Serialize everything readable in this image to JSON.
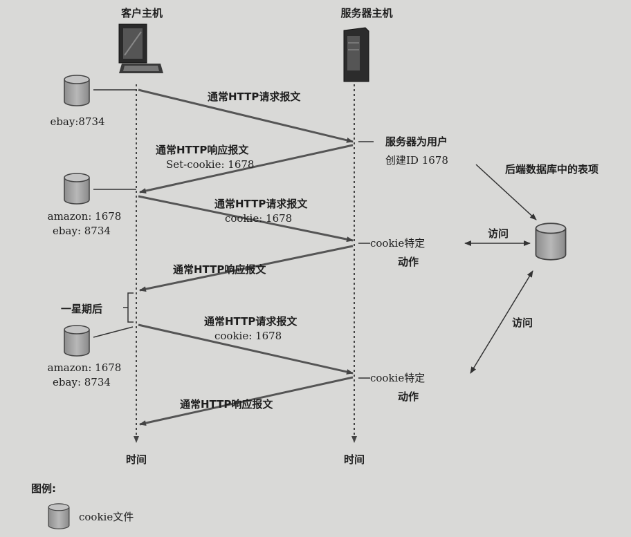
{
  "hosts": {
    "client": "客户主机",
    "server": "服务器主机"
  },
  "client_cookies": [
    {
      "lines": [
        "ebay:8734"
      ]
    },
    {
      "lines": [
        "amazon: 1678",
        "ebay: 8734"
      ]
    },
    {
      "lines": [
        "amazon: 1678",
        "ebay: 8734"
      ]
    }
  ],
  "messages": [
    {
      "lines": [
        "通常HTTP请求报文"
      ]
    },
    {
      "lines": [
        "通常HTTP响应报文",
        "Set-cookie: 1678"
      ]
    },
    {
      "lines": [
        "通常HTTP请求报文",
        "cookie: 1678"
      ]
    },
    {
      "lines": [
        "通常HTTP响应报文"
      ]
    },
    {
      "lines": [
        "通常HTTP请求报文",
        "cookie: 1678"
      ]
    },
    {
      "lines": [
        "通常HTTP响应报文"
      ]
    }
  ],
  "server_notes": {
    "create_id": [
      "服务器为用户",
      "创建ID 1678"
    ],
    "action1": [
      "cookie特定",
      "动作"
    ],
    "action2": [
      "cookie特定",
      "动作"
    ]
  },
  "backend_label": "后端数据库中的表项",
  "access_label": "访问",
  "week_later": "一星期后",
  "time_label": "时间",
  "legend": {
    "title": "图例:",
    "cookie_file": "cookie文件"
  }
}
